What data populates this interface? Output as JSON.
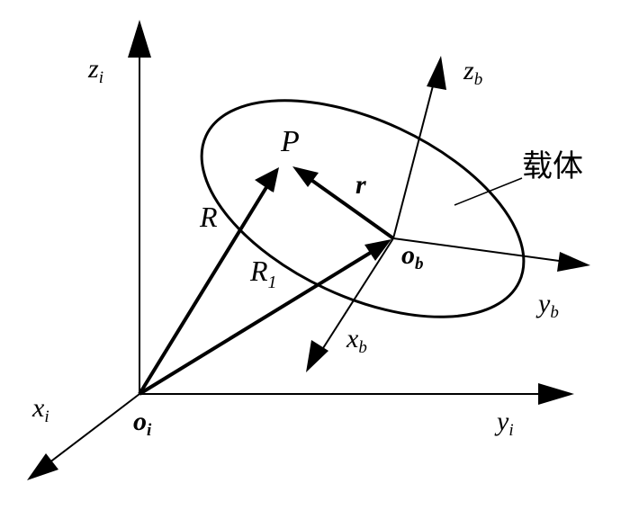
{
  "labels": {
    "zi": {
      "main": "z",
      "sub": "i"
    },
    "xi": {
      "main": "x",
      "sub": "i"
    },
    "yi": {
      "main": "y",
      "sub": "i"
    },
    "oi": {
      "main": "o",
      "sub": "i"
    },
    "zb": {
      "main": "z",
      "sub": "b"
    },
    "xb": {
      "main": "x",
      "sub": "b"
    },
    "yb": {
      "main": "y",
      "sub": "b"
    },
    "ob": {
      "main": "o",
      "sub": "b"
    },
    "P": "P",
    "R": "R",
    "R1": {
      "main": "R",
      "sub": "1"
    },
    "r": "r",
    "carrier": "载体"
  }
}
